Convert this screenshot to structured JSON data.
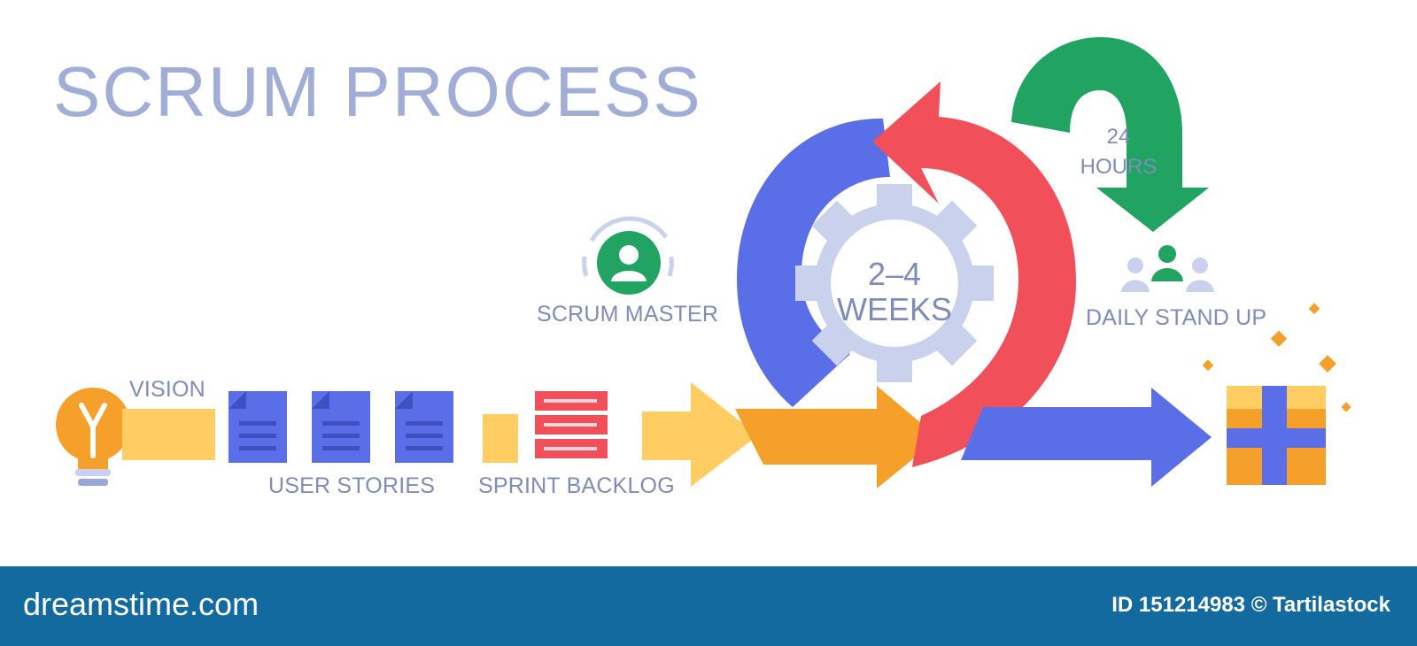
{
  "title": "SCRUM PROCESS",
  "labels": {
    "vision": "VISION",
    "user_stories": "USER STORIES",
    "sprint_backlog": "SPRINT BACKLOG",
    "scrum_master": "SCRUM MASTER",
    "weeks_line1": "2–4",
    "weeks_line2": "WEEKS",
    "hours_line1": "24",
    "hours_line2": "HOURS",
    "daily_stand_up": "DAILY STAND UP"
  },
  "footer": {
    "brand": "dreamstime.com",
    "credit": "ID 151214983 © Tartilastock"
  },
  "colors": {
    "blue": "#5a6ee8",
    "red": "#f1505a",
    "green": "#21a462",
    "orange": "#f5a02a",
    "yellow": "#ffcd62",
    "gear": "#c9d1ec",
    "footer": "#136a9e"
  }
}
